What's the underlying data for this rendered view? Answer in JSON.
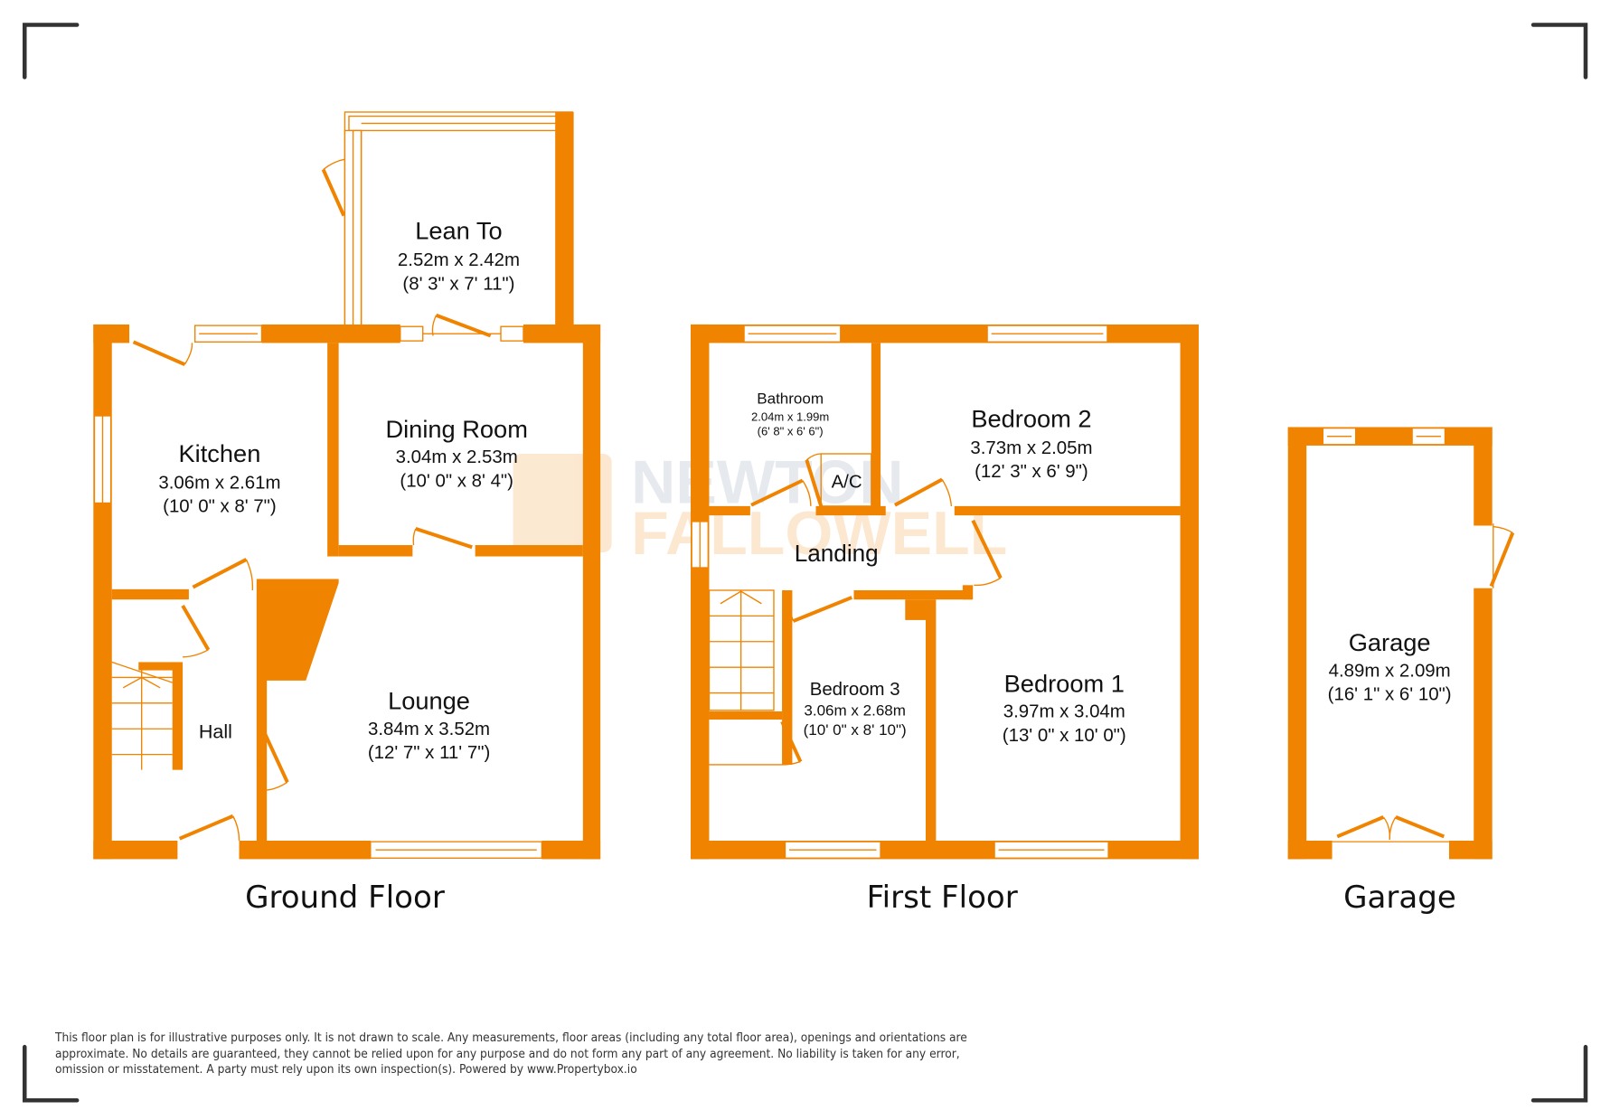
{
  "brand": {
    "watermark_line1": "NEWTON",
    "watermark_line2": "FALLOWELL",
    "wall_color": "#F08300"
  },
  "floors": {
    "ground": {
      "label": "Ground Floor",
      "rooms": {
        "lean_to": {
          "name": "Lean To",
          "metric": "2.52m x 2.42m",
          "imperial": "(8' 3\" x 7' 11\")"
        },
        "kitchen": {
          "name": "Kitchen",
          "metric": "3.06m x 2.61m",
          "imperial": "(10' 0\" x 8' 7\")"
        },
        "dining_room": {
          "name": "Dining Room",
          "metric": "3.04m x 2.53m",
          "imperial": "(10' 0\" x 8' 4\")"
        },
        "lounge": {
          "name": "Lounge",
          "metric": "3.84m x 3.52m",
          "imperial": "(12' 7\" x 11' 7\")"
        },
        "hall": {
          "name": "Hall"
        }
      }
    },
    "first": {
      "label": "First Floor",
      "rooms": {
        "bathroom": {
          "name": "Bathroom",
          "metric": "2.04m x 1.99m",
          "imperial": "(6' 8\" x 6' 6\")"
        },
        "bedroom_2": {
          "name": "Bedroom 2",
          "metric": "3.73m x 2.05m",
          "imperial": "(12' 3\" x 6' 9\")"
        },
        "airing_cupboard": {
          "name": "A/C"
        },
        "landing": {
          "name": "Landing"
        },
        "bedroom_3": {
          "name": "Bedroom 3",
          "metric": "3.06m x 2.68m",
          "imperial": "(10' 0\" x 8' 10\")"
        },
        "bedroom_1": {
          "name": "Bedroom 1",
          "metric": "3.97m x 3.04m",
          "imperial": "(13' 0\" x 10' 0\")"
        }
      }
    },
    "garage": {
      "label": "Garage",
      "rooms": {
        "garage": {
          "name": "Garage",
          "metric": "4.89m x 2.09m",
          "imperial": "(16' 1\" x 6' 10\")"
        }
      }
    }
  },
  "disclaimer": {
    "line1": "This floor plan is for illustrative purposes only. It is not drawn to scale. Any measurements, floor areas (including any total floor area), openings and orientations are",
    "line2": "approximate. No details are guaranteed, they cannot be relied upon for any purpose and do not form any part of any agreement. No liability is taken for any error,",
    "line3": "omission or misstatement. A party must rely upon its own inspection(s). Powered by www.Propertybox.io"
  }
}
